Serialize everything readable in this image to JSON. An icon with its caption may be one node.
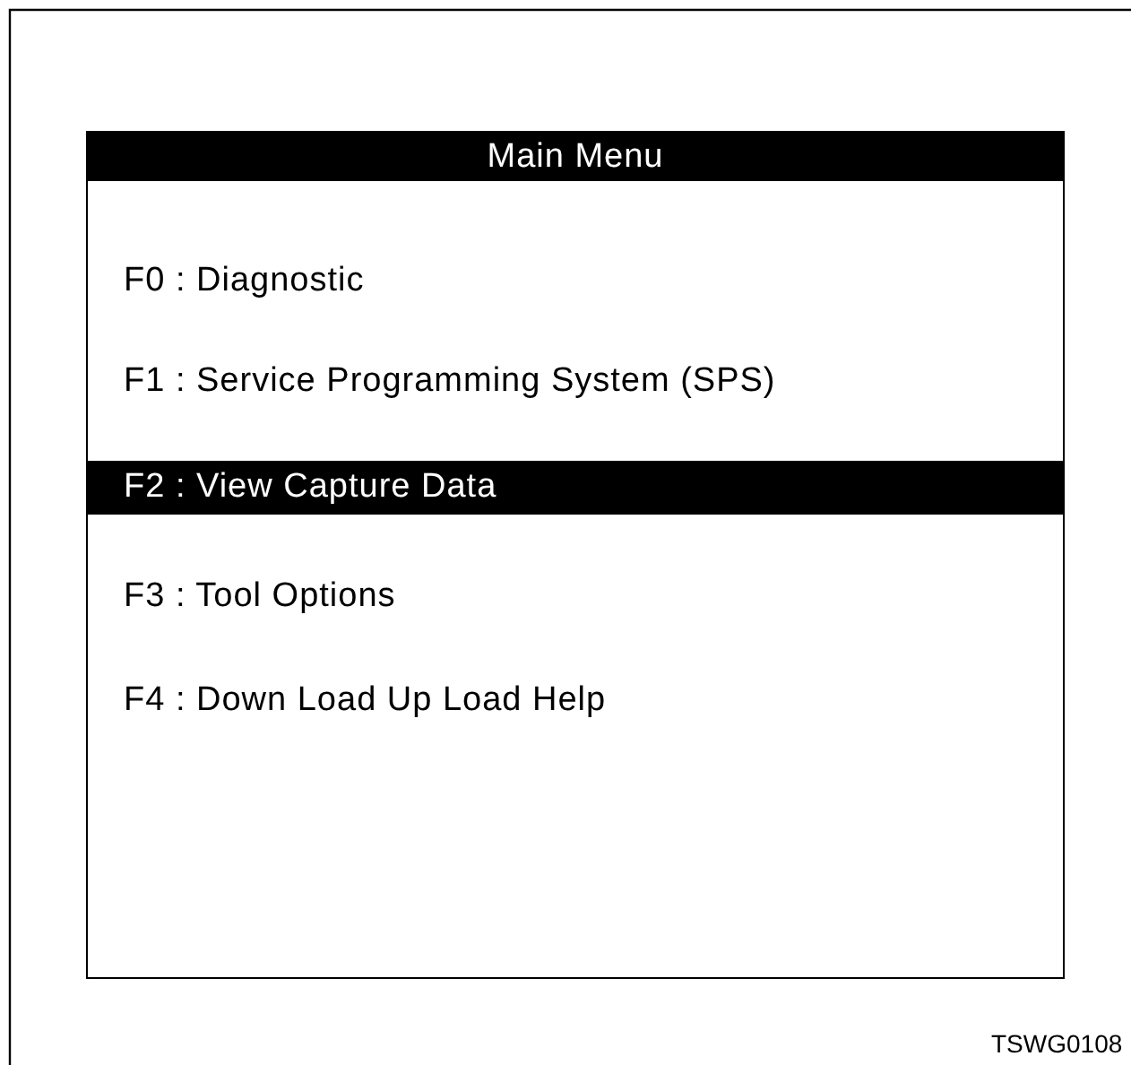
{
  "diagram": {
    "labels": [
      "Main Menu",
      "F0 : Diagnostic",
      "F1 : Service Programming System (SPS)",
      "F2 : View Capture Data",
      "F3 : Tool Options",
      "F4 : Down Load Up Load Help",
      "TSWG0108"
    ]
  }
}
